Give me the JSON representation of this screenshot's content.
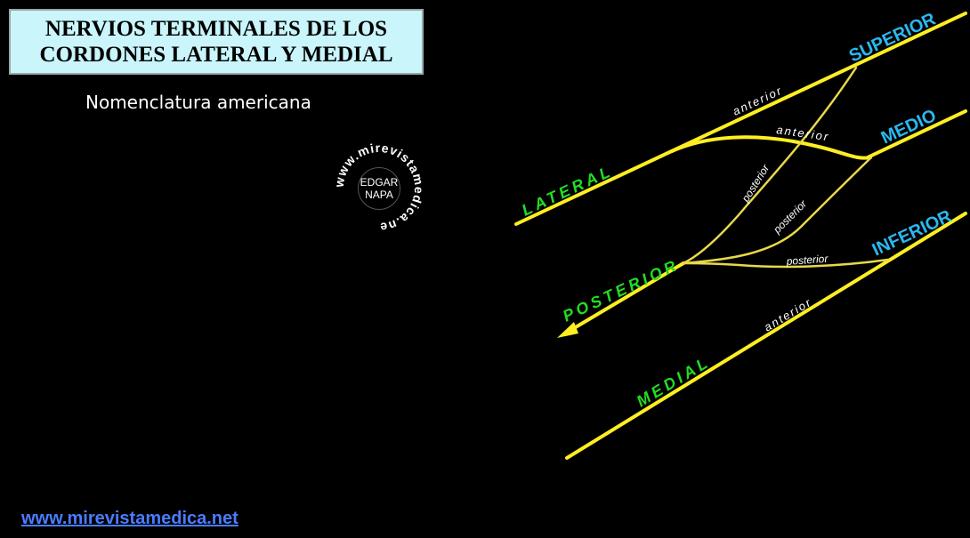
{
  "title": {
    "line1": "NERVIOS TERMINALES DE LOS",
    "line2": "CORDONES LATERAL Y MEDIAL"
  },
  "subtitle": "Nomenclatura americana",
  "watermark": {
    "arc_text": "www.mirevistamedica.net",
    "name_line1": "EDGAR",
    "name_line2": "NAPA"
  },
  "diagram": {
    "trunks": {
      "superior": "SUPERIOR",
      "medio": "MEDIO",
      "inferior": "INFERIOR"
    },
    "cords": {
      "lateral": "LATERAL",
      "posterior": "POSTERIOR",
      "medial": "MEDIAL"
    },
    "divisions": {
      "superior_anterior": "anterior",
      "medio_anterior": "anterior",
      "inferior_anterior": "anterior",
      "superior_posterior": "posterior",
      "medio_posterior": "posterior",
      "inferior_posterior": "posterior"
    },
    "colors": {
      "nerve": "#ffee22",
      "nerve_thin": "#e8d84a",
      "cord_label": "#22dd22",
      "trunk_label": "#2ab8f0"
    }
  },
  "footer": {
    "link": "www.mirevistamedica.net"
  }
}
